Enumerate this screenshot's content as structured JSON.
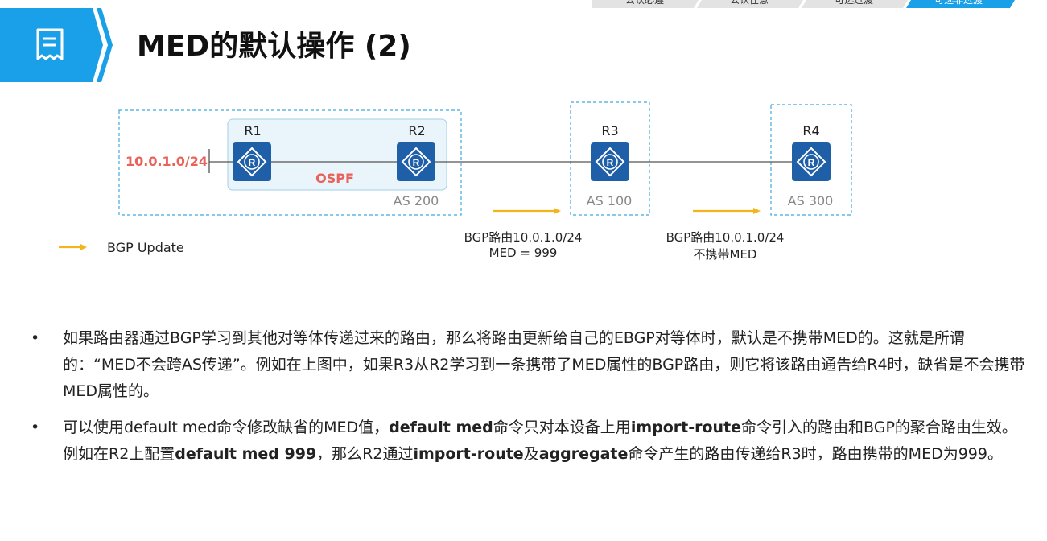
{
  "header": {
    "title": "MED的默认操作 (2)",
    "icon": "document-list-icon",
    "accent_color": "#1aa0e8"
  },
  "progress_tabs": [
    {
      "label": "公认必遵"
    },
    {
      "label": "公认任意"
    },
    {
      "label": "可选过渡"
    },
    {
      "label": "可选非过渡",
      "active": true
    }
  ],
  "diagram": {
    "prefix": "10.0.1.0/24",
    "routers": [
      {
        "label": "R1"
      },
      {
        "label": "R2"
      },
      {
        "label": "R3"
      },
      {
        "label": "R4"
      }
    ],
    "igp_label": "OSPF",
    "as_labels": [
      "AS 200",
      "AS 100",
      "AS 300"
    ],
    "legend_label": "BGP Update",
    "update_1": {
      "line1": "BGP路由10.0.1.0/24",
      "line2": "MED = 999"
    },
    "update_2": {
      "line1": "BGP路由10.0.1.0/24",
      "line2": "不携带MED"
    }
  },
  "bullets": [
    {
      "text": "如果路由器通过BGP学习到其他对等体传递过来的路由，那么将路由更新给自己的EBGP对等体时，默认是不携带MED的。这就是所谓的：“MED不会跨AS传递”。例如在上图中，如果R3从R2学习到一条携带了MED属性的BGP路由，则它将该路由通告给R4时，缺省是不会携带MED属性的。"
    },
    {
      "seg1": "可以使用default  med命令修改缺省的MED值，",
      "seg2": "default  med",
      "seg3": "命令只对本设备上用",
      "seg4": "import-route",
      "seg5": "命令引入的路由和BGP的聚合路由生效。例如在R2上配置",
      "seg6": "default  med  999",
      "seg7": "，那么R2通过",
      "seg8": "import-route",
      "seg9": "及",
      "seg10": "aggregate",
      "seg11": "命令产生的路由传递给R3时，路由携带的MED为999。"
    }
  ],
  "bullet_symbol": "•"
}
